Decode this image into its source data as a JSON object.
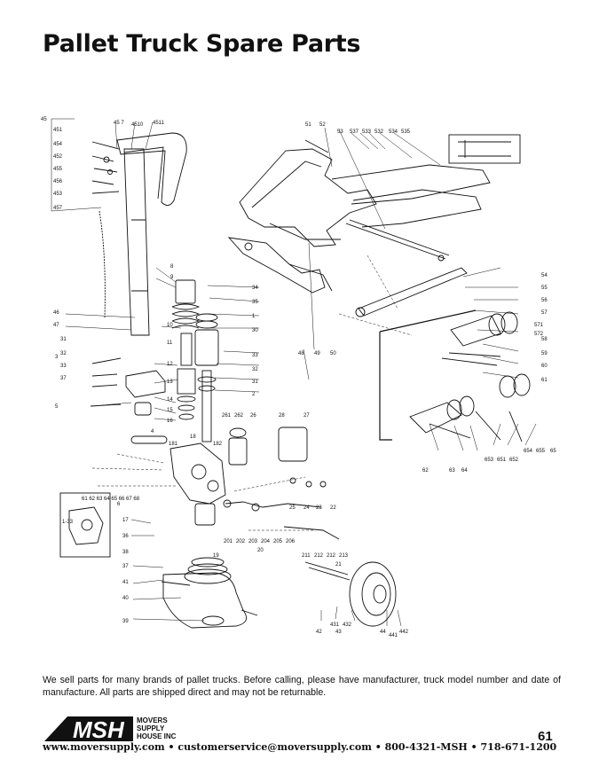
{
  "title": "Pallet Truck Spare Parts",
  "diagram": {
    "part_numbers": {
      "p45": "45",
      "p451": "451",
      "p454": "454",
      "p452": "452",
      "p455": "455",
      "p456": "456",
      "p453": "453",
      "p457": "457",
      "p4510": "4510",
      "p4511": "4511",
      "p45t": "45 7",
      "p51": "51",
      "p52": "52",
      "p53": "53",
      "p537": "537",
      "p533": "533",
      "p532": "532",
      "p534": "534",
      "p535": "535",
      "p8": "8",
      "p9": "9",
      "p10": "10",
      "p11": "11",
      "p12": "12",
      "p13": "13",
      "p14": "14",
      "p15": "15",
      "p16": "16",
      "p17": "17",
      "p18": "18",
      "p181": "181",
      "p182": "182",
      "p19": "19",
      "p1": "1",
      "p2": "2",
      "p3": "3",
      "p31": "31",
      "p32": "32",
      "p33": "33",
      "p34": "34",
      "p35": "35",
      "p36": "36",
      "p37": "37",
      "p38": "38",
      "p39": "39",
      "p40": "40",
      "p41": "41",
      "p42": "42",
      "p43": "43",
      "p431": "431",
      "p432": "432",
      "p44": "44",
      "p441": "441",
      "p442": "442",
      "p46": "46",
      "p47": "47",
      "p48": "48",
      "p49": "49",
      "p50": "50",
      "p5": "5",
      "p4": "4",
      "p6": "6",
      "p3_1": "31",
      "p3_2": "32",
      "p3_3": "33",
      "p3_7": "37",
      "p20": "20",
      "p201": "201",
      "p202": "202",
      "p203": "203",
      "p204": "204",
      "p205": "205",
      "p206": "206",
      "p21": "21",
      "p211": "211",
      "p212": "212",
      "p213": "213",
      "p22": "22",
      "p23": "23",
      "p24": "24",
      "p25": "25",
      "p26": "26",
      "p261": "261",
      "p262": "262",
      "p27": "27",
      "p28": "28",
      "p54": "54",
      "p55": "55",
      "p56": "56",
      "p57": "57",
      "p571": "571",
      "p572": "572",
      "p58": "58",
      "p59": "59",
      "p60": "60",
      "p61": "61",
      "p62": "62",
      "p63": "63",
      "p64": "64",
      "p65": "65",
      "p651": "651",
      "p652": "652",
      "p653": "653",
      "p654": "654",
      "p655": "655",
      "p6x": "61 62 63 64 65 66 67 68",
      "p133": "1-33",
      "p30": "30"
    }
  },
  "note": "We sell parts for many brands of pallet trucks. Before calling, please have manufacturer, truck model number and date of manufacture. All parts are shipped direct and may not be returnable.",
  "logo": {
    "letters": "MSH",
    "line1": "MOVERS",
    "line2": "SUPPLY",
    "line3": "HOUSE INC"
  },
  "footer": {
    "contact": "www.moversupply.com • customerservice@moversupply.com • 800-4321-MSH • 718-671-1200"
  },
  "page_number": "61"
}
